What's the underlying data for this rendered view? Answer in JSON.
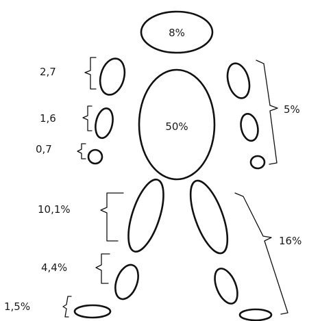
{
  "colors": {
    "stroke": "#111111",
    "text": "#1a1a1a",
    "background": "#ffffff"
  },
  "labels": {
    "head": "8%",
    "trunk": "50%",
    "upper_arm": "2,7",
    "forearm": "1,6",
    "hand": "0,7",
    "arm_total": "5%",
    "thigh": "10,1%",
    "shank": "4,4%",
    "foot": "1,5%",
    "leg_total": "16%"
  }
}
